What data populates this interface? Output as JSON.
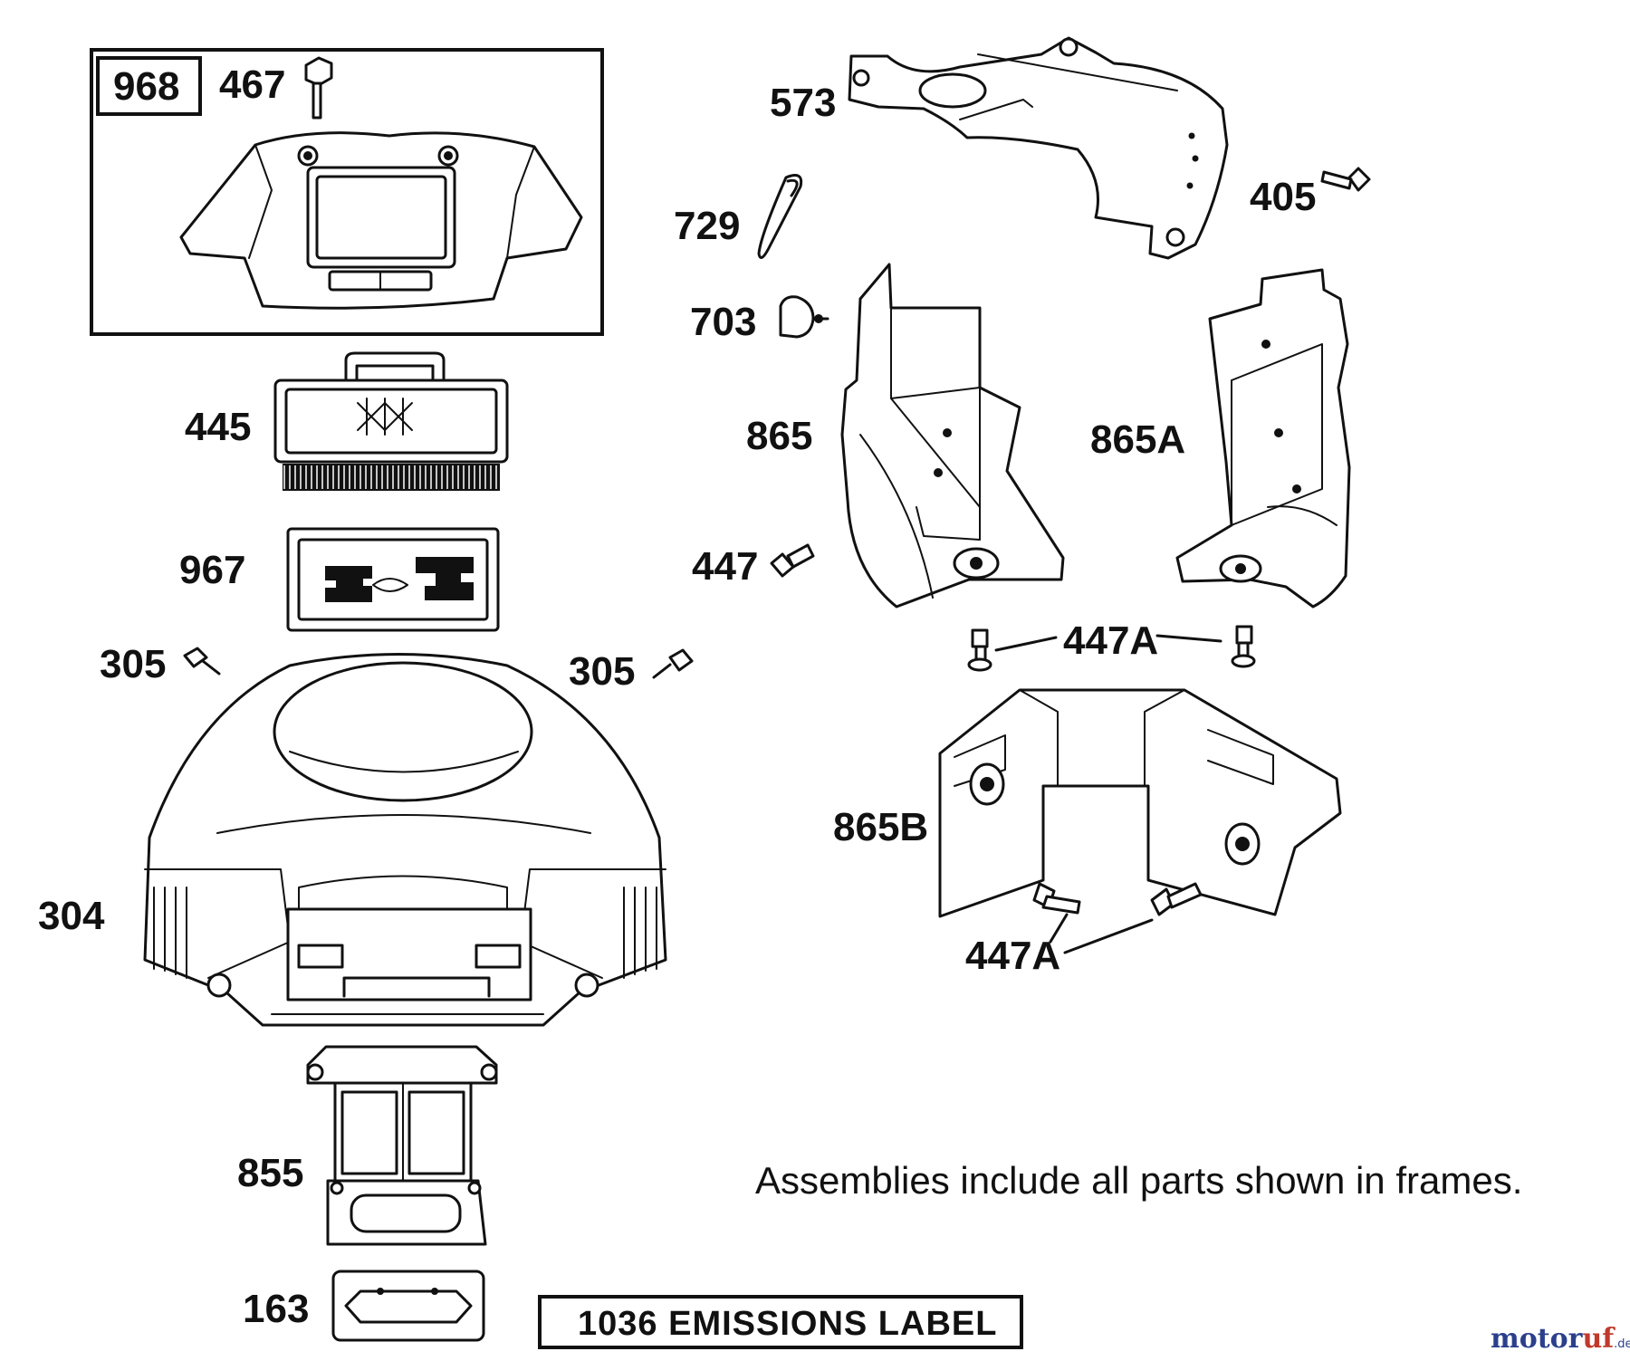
{
  "parts": {
    "p968": "968",
    "p467": "467",
    "p445": "445",
    "p967": "967",
    "p305a": "305",
    "p305b": "305",
    "p304": "304",
    "p855": "855",
    "p163": "163",
    "p573": "573",
    "p729": "729",
    "p405": "405",
    "p703": "703",
    "p865": "865",
    "p865A": "865A",
    "p447": "447",
    "p447A_top": "447A",
    "p865B": "865B",
    "p447A_bottom": "447A"
  },
  "note": "Assemblies include all parts shown in frames.",
  "emissions_label": "1036 EMISSIONS LABEL",
  "watermark": {
    "text_m": "motor",
    "text_r": "uf",
    "suffix": ".de",
    "color_blue": "#2b3f8c",
    "color_red": "#c0392b"
  }
}
